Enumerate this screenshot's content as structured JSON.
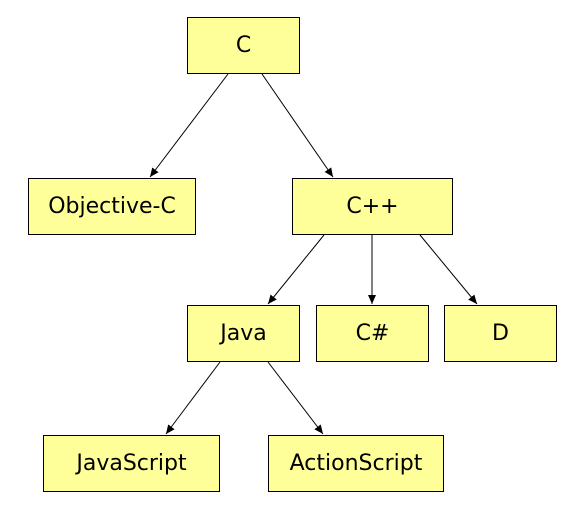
{
  "diagram": {
    "nodes": {
      "c": "C",
      "objective_c": "Objective-C",
      "cpp": "C++",
      "java": "Java",
      "csharp": "C#",
      "d": "D",
      "javascript": "JavaScript",
      "actionscript": "ActionScript"
    },
    "edges": [
      {
        "from": "C",
        "to": "Objective-C"
      },
      {
        "from": "C",
        "to": "C++"
      },
      {
        "from": "C++",
        "to": "Java"
      },
      {
        "from": "C++",
        "to": "C#"
      },
      {
        "from": "C++",
        "to": "D"
      },
      {
        "from": "Java",
        "to": "JavaScript"
      },
      {
        "from": "Java",
        "to": "ActionScript"
      }
    ],
    "colors": {
      "box_fill": "#ffff99",
      "box_border": "#000000",
      "edge": "#000000"
    }
  }
}
